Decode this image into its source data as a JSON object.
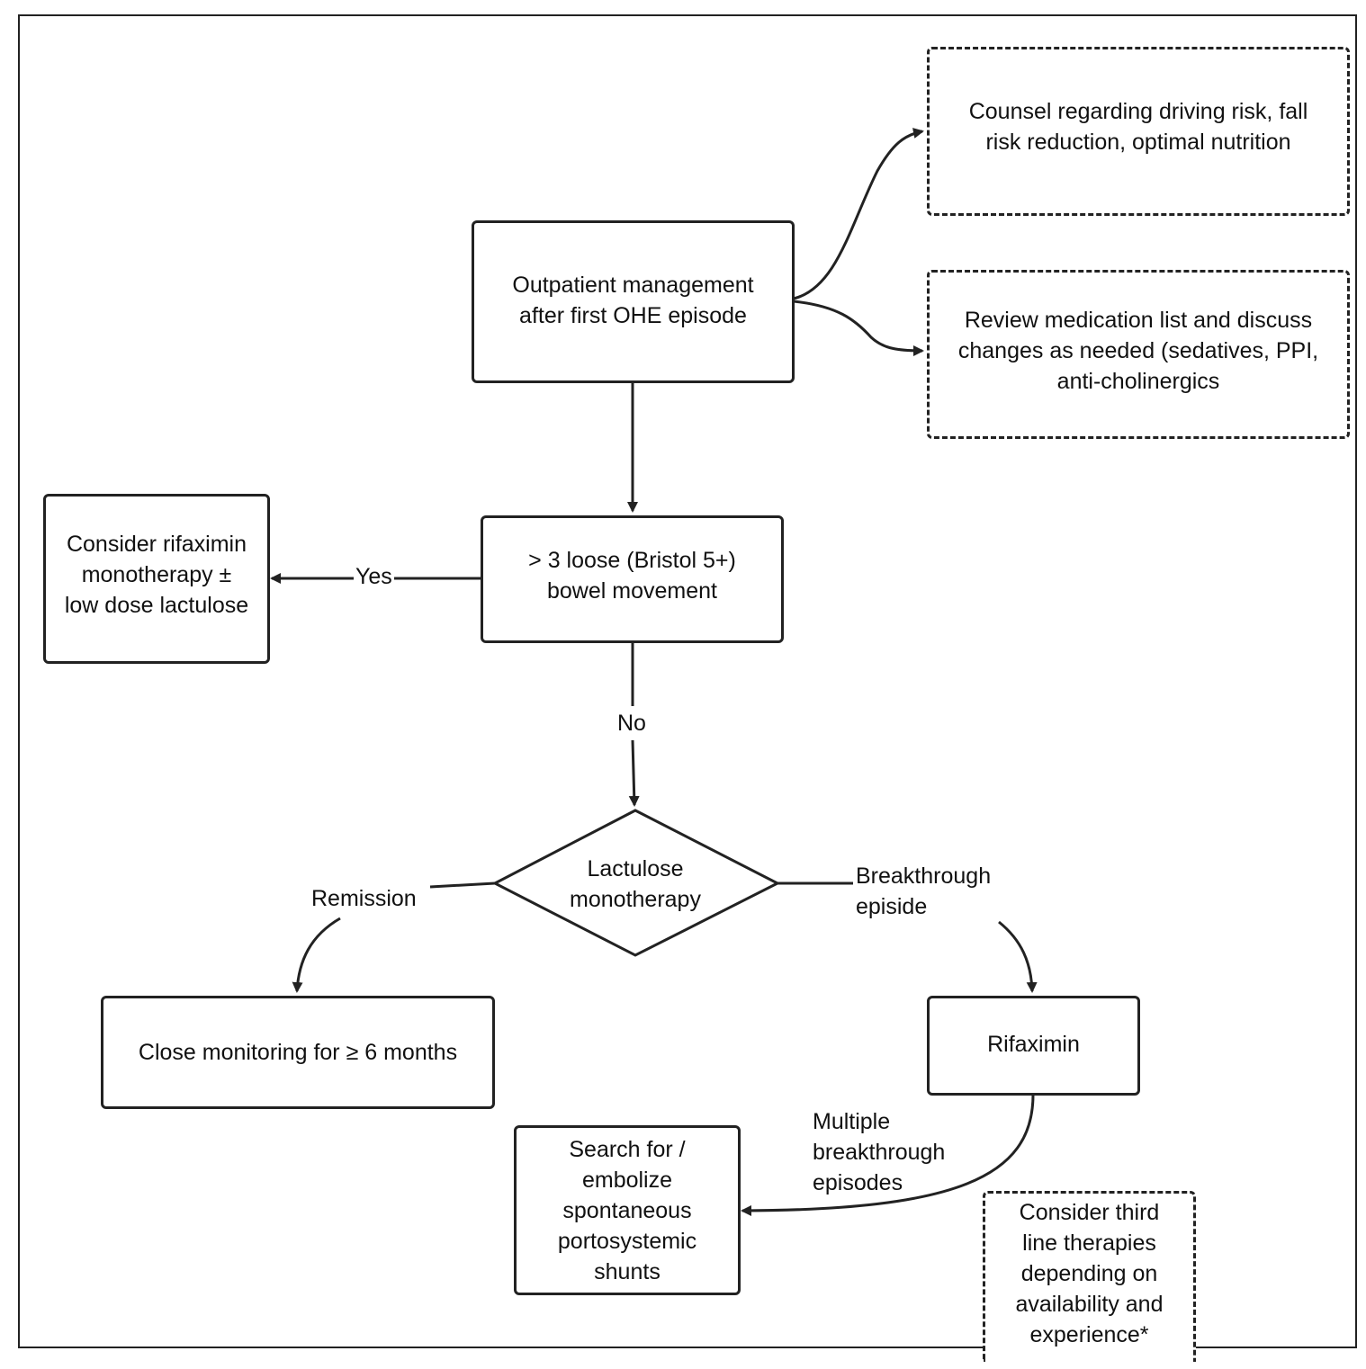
{
  "nodes": {
    "counsel": "Counsel regarding driving risk, fall\nrisk reduction, optimal nutrition",
    "review": "Review medication list and discuss\nchanges as needed (sedatives, PPI,\nanti-cholinergics",
    "outpatient": "Outpatient management\nafter first OHE episode",
    "loose": "> 3 loose (Bristol 5+)\nbowel movement",
    "rifaximin_mono": "Consider rifaximin\nmonotherapy ±\nlow dose lactulose",
    "lactulose": "Lactulose\nmonotherapy",
    "close_monitoring": "Close monitoring for ≥ 6 months",
    "rifaximin": "Rifaximin",
    "shunts": "Search for /\nembolize\nspontaneous\nportosystemic\nshunts",
    "third_line": "Consider third\nline therapies\ndepending on\navailability and\nexperience*"
  },
  "edge_labels": {
    "yes": "Yes",
    "no": "No",
    "remission": "Remission",
    "breakthrough": "Breakthrough\nepiside",
    "multiple": "Multiple\nbreakthrough\nepisodes"
  }
}
